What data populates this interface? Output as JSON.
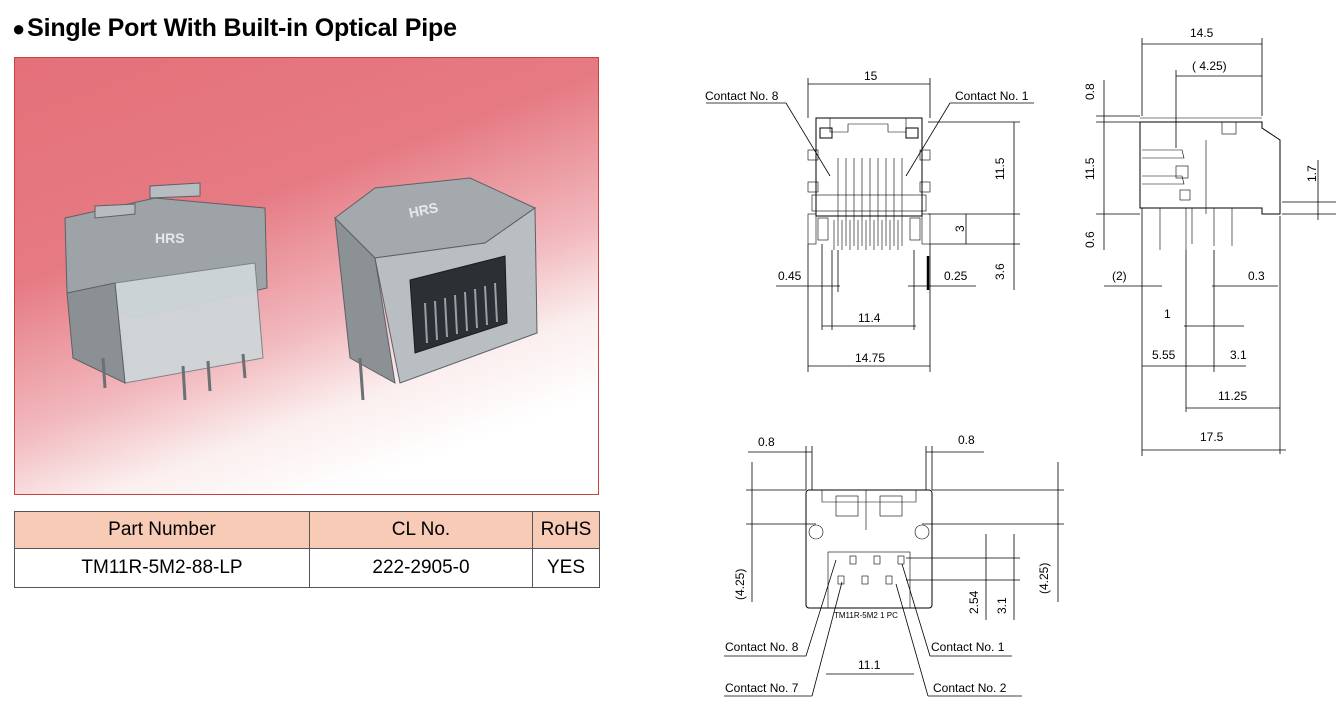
{
  "heading": {
    "bullet": "●",
    "text": "Single Port With Built-in Optical Pipe"
  },
  "photo": {
    "brand_marks": [
      "HRS",
      "HRS"
    ]
  },
  "table": {
    "headers": [
      "Part Number",
      "CL No.",
      "RoHS"
    ],
    "rows": [
      [
        "TM11R-5M2-88-LP",
        "222-2905-0",
        "YES"
      ]
    ]
  },
  "front_view": {
    "contact_no_8": "Contact No. 8",
    "contact_no_1": "Contact No. 1",
    "dim_15": "15",
    "dim_11_5": "11.5",
    "dim_3": "3",
    "dim_3_6": "3.6",
    "dim_0_45": "0.45",
    "dim_0_25": "0.25",
    "dim_11_4": "11.4",
    "dim_14_75": "14.75"
  },
  "side_view": {
    "dim_14_5": "14.5",
    "dim_4_25": "( 4.25)",
    "dim_0_8": "0.8",
    "dim_11_5": "11.5",
    "dim_1_7": "1.7",
    "dim_0_6": "0.6",
    "dim_2": "(2)",
    "dim_0_3": "0.3",
    "dim_1": "1",
    "dim_5_55": "5.55",
    "dim_3_1": "3.1",
    "dim_11_25": "11.25",
    "dim_17_5": "17.5"
  },
  "bottom_view": {
    "dim_0_8_left": "0.8",
    "dim_0_8_right": "0.8",
    "dim_4_25_left": "(4.25)",
    "dim_4_25_right": "(4.25)",
    "dim_2_54": "2.54",
    "dim_3_1": "3.1",
    "marking": "TM11R-5M2  1  PC",
    "dim_11_1": "11.1",
    "contact_no_8": "Contact No. 8",
    "contact_no_1": "Contact No. 1",
    "contact_no_7": "Contact No. 7",
    "contact_no_2": "Contact No. 2"
  }
}
